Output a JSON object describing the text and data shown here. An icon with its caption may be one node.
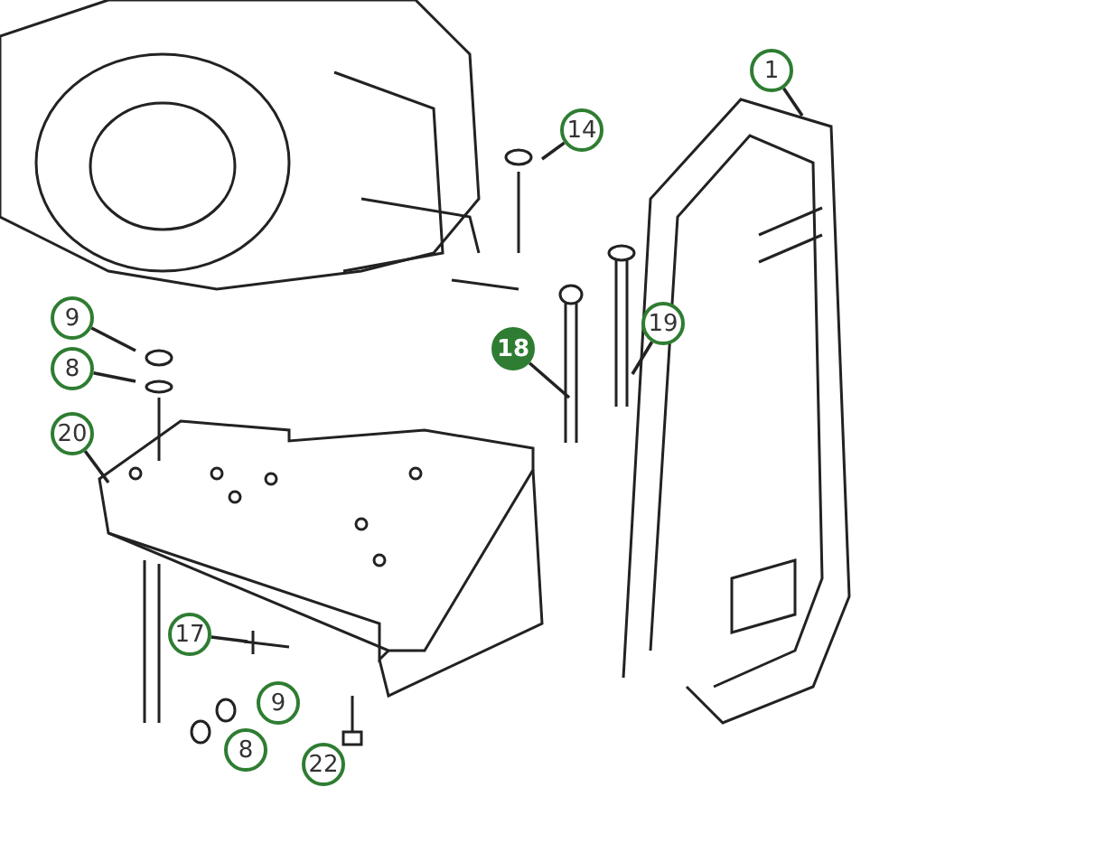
{
  "diagram": {
    "nodes": [
      {
        "text": [
          "1"
        ]
      },
      {
        "text": [
          "14"
        ]
      },
      {
        "text": [
          "9"
        ]
      },
      {
        "text": [
          "8"
        ]
      },
      {
        "text": [
          "20"
        ]
      },
      {
        "text": [
          "18"
        ]
      },
      {
        "text": [
          "19"
        ]
      },
      {
        "text": [
          "17"
        ]
      },
      {
        "text": [
          "9"
        ]
      },
      {
        "text": [
          "8"
        ]
      },
      {
        "text": [
          "22"
        ]
      }
    ],
    "edges": [
      {
        "from": 0,
        "to": null,
        "arrow": "none"
      },
      {
        "from": 1,
        "to": null,
        "arrow": "none"
      },
      {
        "from": 2,
        "to": null,
        "arrow": "none"
      },
      {
        "from": 3,
        "to": null,
        "arrow": "none"
      },
      {
        "from": 4,
        "to": null,
        "arrow": "none"
      },
      {
        "from": 5,
        "to": null,
        "arrow": "none"
      },
      {
        "from": 6,
        "to": null,
        "arrow": "none"
      },
      {
        "from": 7,
        "to": null,
        "arrow": "none"
      }
    ]
  }
}
